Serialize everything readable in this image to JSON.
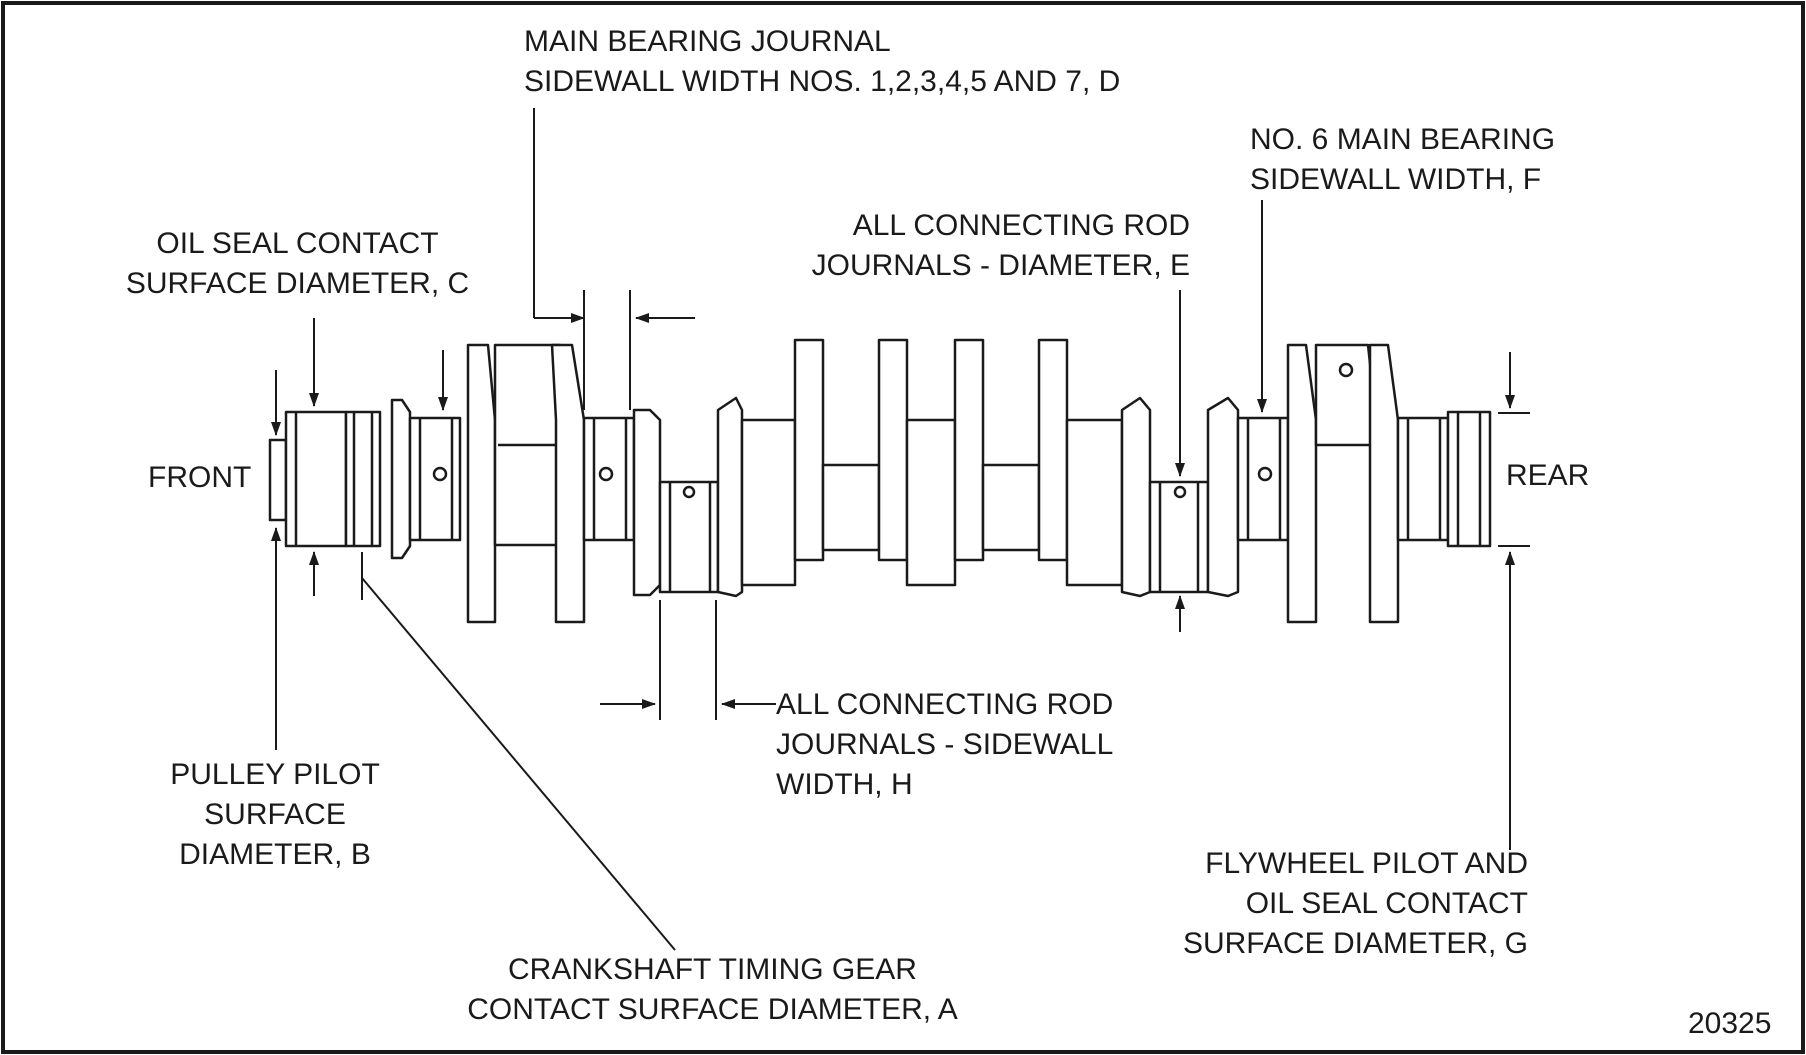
{
  "front_label": "FRONT",
  "rear_label": "REAR",
  "figure_number": "20325",
  "callouts": {
    "main_bearing_sidewall": [
      "MAIN BEARING JOURNAL",
      "SIDEWALL WIDTH NOS. 1,2,3,4,5 AND 7, D"
    ],
    "no6_main_bearing": [
      "NO. 6 MAIN BEARING",
      "SIDEWALL WIDTH, F"
    ],
    "oil_seal_contact": [
      "OIL SEAL CONTACT",
      "SURFACE DIAMETER, C"
    ],
    "rod_journal_diameter": [
      "ALL CONNECTING ROD",
      "JOURNALS - DIAMETER, E"
    ],
    "rod_journal_sidewall": [
      "ALL CONNECTING ROD",
      "JOURNALS - SIDEWALL",
      "WIDTH, H"
    ],
    "pulley_pilot": [
      "PULLEY PILOT",
      "SURFACE",
      "DIAMETER, B"
    ],
    "flywheel_pilot": [
      "FLYWHEEL PILOT AND",
      "OIL SEAL CONTACT",
      "SURFACE DIAMETER, G"
    ],
    "timing_gear": [
      "CRANKSHAFT TIMING GEAR",
      "CONTACT SURFACE DIAMETER, A"
    ]
  },
  "colors": {
    "line": "#1a1a1a",
    "background": "#ffffff"
  }
}
